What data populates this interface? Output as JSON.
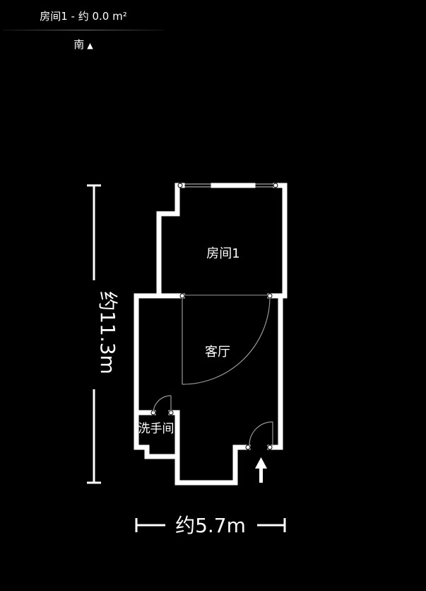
{
  "header": {
    "title": "房间1 - 约 0.0 m²",
    "compass_label": "南",
    "compass_arrow": "▲"
  },
  "plan": {
    "rooms": [
      {
        "label": "房间1"
      },
      {
        "label": "客厅"
      },
      {
        "label": "洗手间"
      }
    ],
    "dimensions": {
      "height_label": "约11.3m",
      "width_label": "约5.7m"
    },
    "entrance_icon": "up-arrow-icon",
    "colors": {
      "background": "#000000",
      "wall": "#ffffff",
      "door_line": "#9a9a9a"
    }
  }
}
